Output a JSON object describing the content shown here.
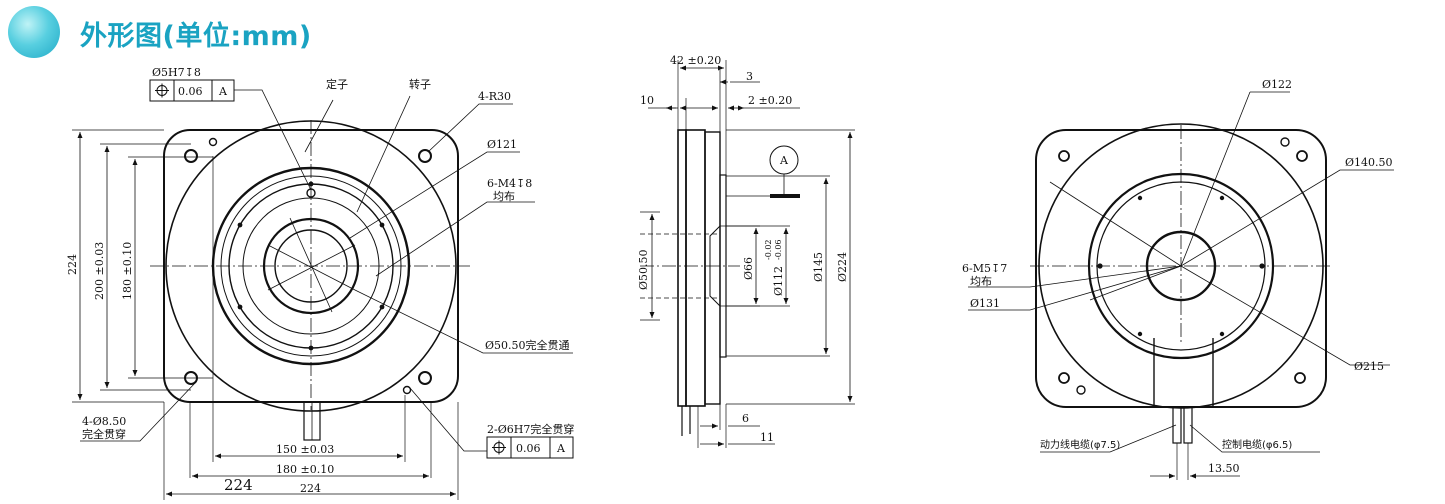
{
  "header": {
    "title": "外形图(单位:mm)"
  },
  "front_view": {
    "gdt_dia": "Ø5H7↧8",
    "gdt_tol": "0.06",
    "gdt_ref": "A",
    "stator": "定子",
    "rotor": "转子",
    "corner_radius": "4-R30",
    "d121": "Ø121",
    "thread_m4": "6-M4↧8",
    "evenly": "均布",
    "bore": "Ø50.50完全贯通",
    "h224": "224",
    "h200": "200 ±0.03",
    "h180": "180 ±0.10",
    "holes_8_50": "4-Ø8.50",
    "through": "完全贯穿",
    "pins_6h7": "2-Ø6H7完全贯穿",
    "gdt2_tol": "0.06",
    "gdt2_ref": "A",
    "w150": "150 ±0.03",
    "w180": "180 ±0.10",
    "w224_big": "224",
    "w224": "224"
  },
  "side_view": {
    "d42": "42 ±0.20",
    "d3": "3",
    "d10": "10",
    "d2": "2 ±0.20",
    "datum": "A",
    "d50_50": "Ø50.50",
    "d66": "Ø66",
    "d112": "Ø112",
    "tol_up": "-0.02",
    "tol_dn": "-0.06",
    "d145": "Ø145",
    "d224": "Ø224",
    "d6": "6",
    "d11": "11"
  },
  "back_view": {
    "d122": "Ø122",
    "d140": "Ø140.50",
    "thread_m5": "6-M5↧7",
    "evenly": "均布",
    "d131": "Ø131",
    "d215": "Ø215",
    "power_cable": "动力线电缆(φ7.5)",
    "ctrl_cable": "控制电缆(φ6.5)",
    "d13_50": "13.50"
  }
}
